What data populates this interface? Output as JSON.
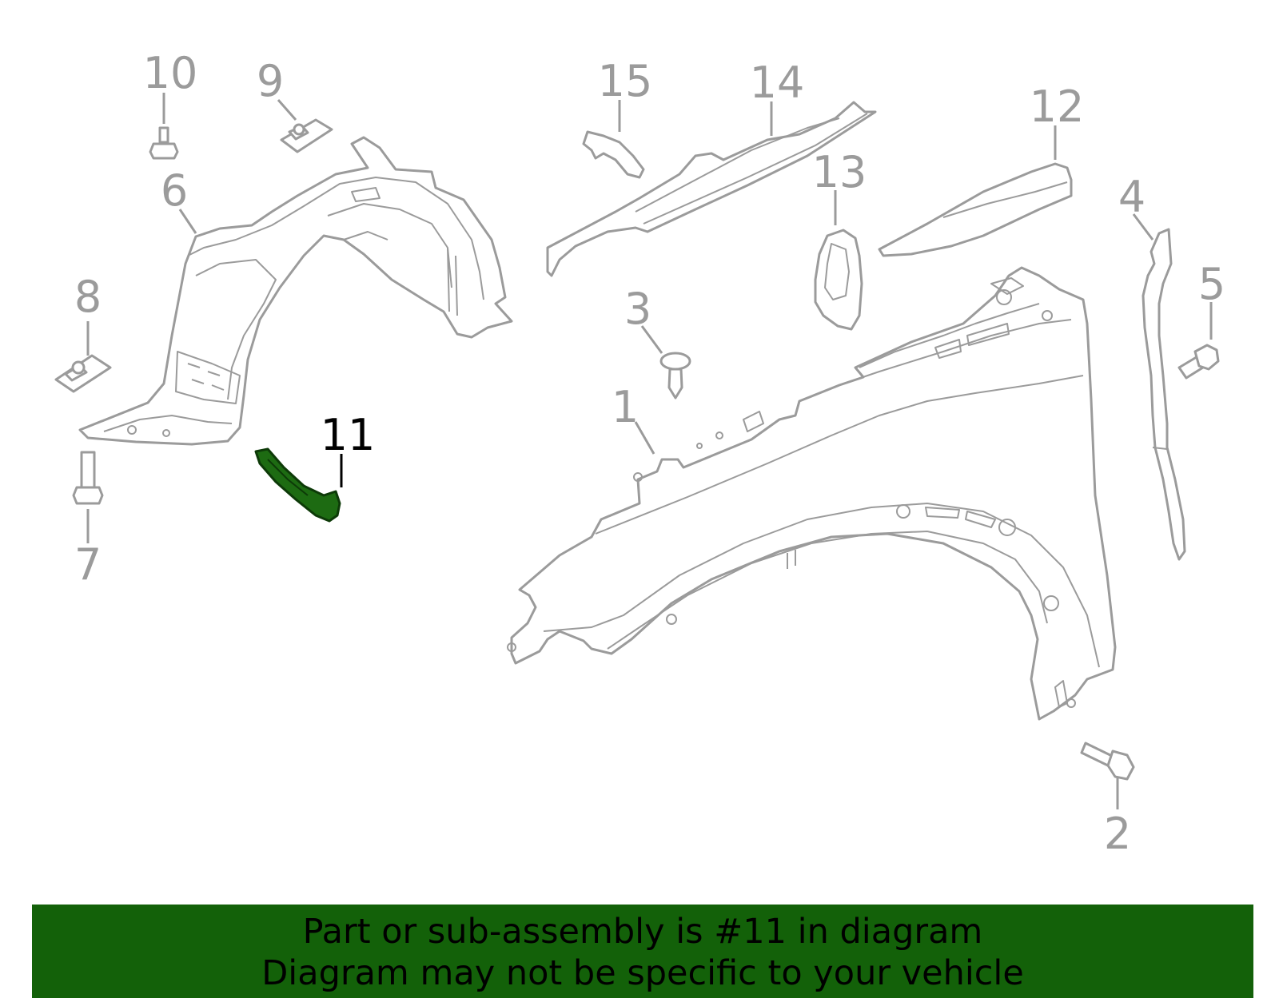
{
  "diagram": {
    "callouts": [
      "1",
      "2",
      "3",
      "4",
      "5",
      "6",
      "7",
      "8",
      "9",
      "10",
      "11",
      "12",
      "13",
      "14",
      "15"
    ],
    "highlighted_callout": "11",
    "colors": {
      "part_line": "#9b9b9b",
      "highlight_fill": "#1d6b12",
      "highlight_text": "#000000",
      "banner_bg": "#136109",
      "background": "#ffffff"
    }
  },
  "banner": {
    "line1": "Part or sub-assembly is #11 in diagram",
    "line2": "Diagram may not be specific to your vehicle"
  }
}
